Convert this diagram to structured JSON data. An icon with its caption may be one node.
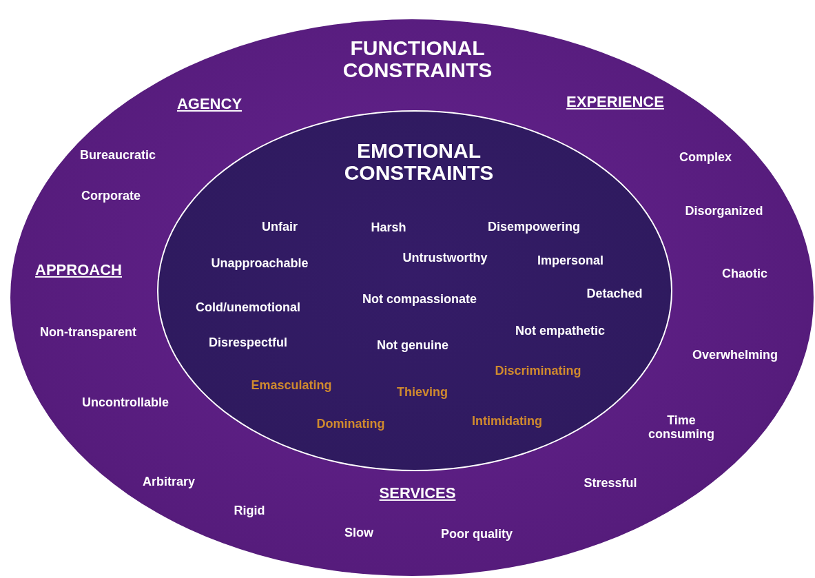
{
  "diagram": {
    "nodes": [
      {
        "text": [
          "FUNCTIONAL CONSTRAINTS",
          "AGENCY",
          "EXPERIENCE",
          "Bureaucratic",
          "Complex",
          "Corporate",
          "Disorganized",
          "APPROACH",
          "Chaotic",
          "Non-transparent",
          "Overwhelming",
          "Uncontrollable",
          "Time consuming",
          "Arbitrary",
          "Stressful",
          "Rigid",
          "SERVICES",
          "Slow",
          "Poor quality"
        ]
      },
      {
        "text": [
          "EMOTIONAL CONSTRAINTS",
          "Unfair",
          "Harsh",
          "Disempowering",
          "Unapproachable",
          "Untrustworthy",
          "Impersonal",
          "Cold/unemotional",
          "Not compassionate",
          "Detached",
          "Not empathetic",
          "Disrespectful",
          "Not genuine",
          "Discriminating",
          "Emasculating",
          "Thieving",
          "Dominating",
          "Intimidating"
        ],
        "in": 0
      }
    ],
    "edges": []
  }
}
